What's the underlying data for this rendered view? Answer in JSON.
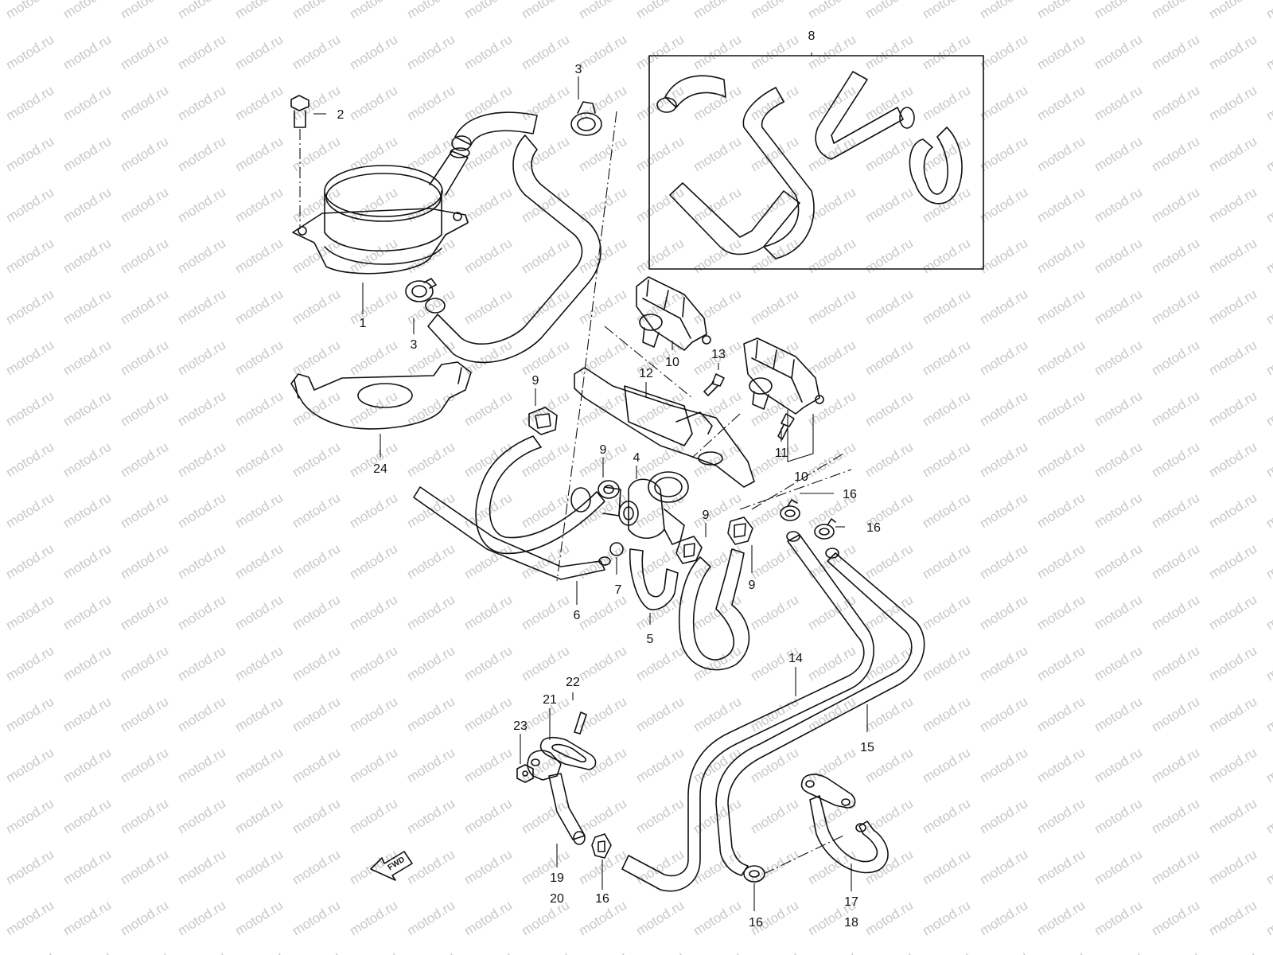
{
  "watermark": {
    "text": "motod.ru",
    "color": "#c8c8c8"
  },
  "fwd_label": "FWD",
  "callouts": {
    "c1": "1",
    "c2": "2",
    "c3a": "3",
    "c3b": "3",
    "c4": "4",
    "c5": "5",
    "c6": "6",
    "c7": "7",
    "c8": "8",
    "c9a": "9",
    "c9b": "9",
    "c9c": "9",
    "c9d": "9",
    "c10a": "10",
    "c10b": "10",
    "c11": "11",
    "c12": "12",
    "c13": "13",
    "c14": "14",
    "c15": "15",
    "c16a": "16",
    "c16b": "16",
    "c16c": "16",
    "c16d": "16",
    "c17": "17",
    "c18": "18",
    "c19": "19",
    "c20": "20",
    "c21": "21",
    "c22": "22",
    "c23": "23",
    "c24": "24"
  },
  "colors": {
    "line": "#111111",
    "background": "#ffffff"
  }
}
